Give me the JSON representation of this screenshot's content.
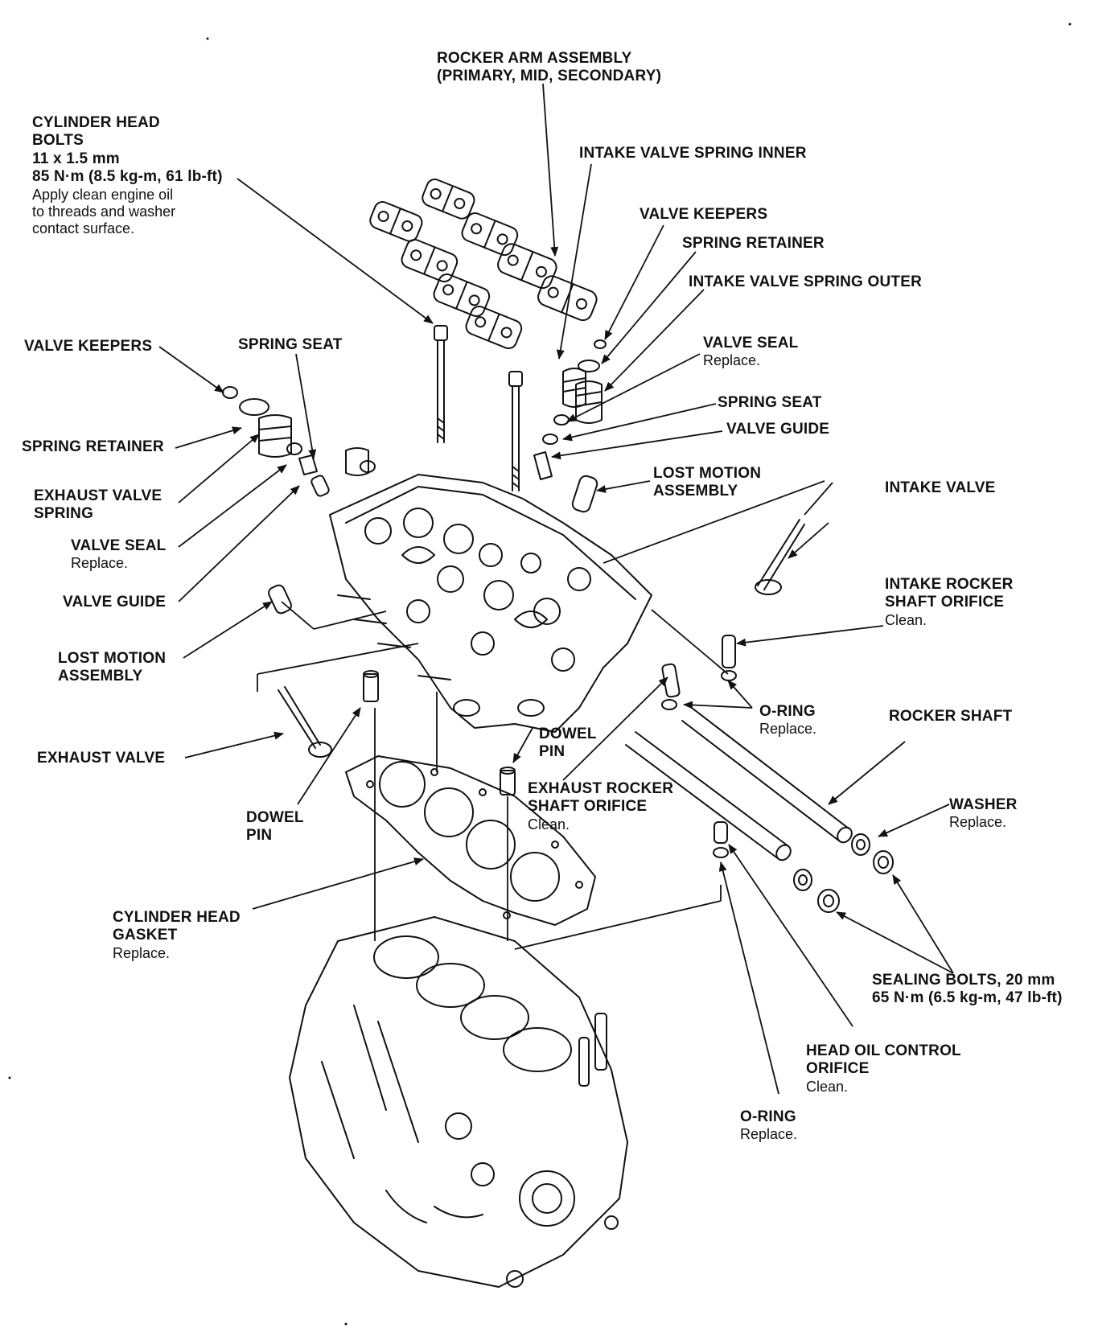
{
  "callouts": {
    "rocker_arm_assembly": {
      "title": [
        "ROCKER ARM ASSEMBLY",
        "(PRIMARY, MID, SECONDARY)"
      ],
      "note": []
    },
    "cylinder_head_bolts": {
      "title": [
        "CYLINDER HEAD",
        "BOLTS",
        "11 x 1.5 mm",
        "85 N·m (8.5 kg-m, 61 lb-ft)"
      ],
      "note": [
        "Apply clean engine oil",
        "to threads and washer",
        "contact surface."
      ]
    },
    "intake_valve_spring_inner": {
      "title": [
        "INTAKE VALVE SPRING INNER"
      ],
      "note": []
    },
    "valve_keepers_right": {
      "title": [
        "VALVE KEEPERS"
      ],
      "note": []
    },
    "spring_retainer_right": {
      "title": [
        "SPRING RETAINER"
      ],
      "note": []
    },
    "intake_valve_spring_outer": {
      "title": [
        "INTAKE VALVE SPRING OUTER"
      ],
      "note": []
    },
    "valve_seal_right": {
      "title": [
        "VALVE SEAL"
      ],
      "note": [
        "Replace."
      ]
    },
    "spring_seat_right": {
      "title": [
        "SPRING SEAT"
      ],
      "note": []
    },
    "valve_guide_right": {
      "title": [
        "VALVE GUIDE"
      ],
      "note": []
    },
    "lost_motion_assembly_right": {
      "title": [
        "LOST MOTION",
        "ASSEMBLY"
      ],
      "note": []
    },
    "intake_valve": {
      "title": [
        "INTAKE VALVE"
      ],
      "note": []
    },
    "valve_keepers_left": {
      "title": [
        "VALVE KEEPERS"
      ],
      "note": []
    },
    "spring_seat_left": {
      "title": [
        "SPRING SEAT"
      ],
      "note": []
    },
    "spring_retainer_left": {
      "title": [
        "SPRING RETAINER"
      ],
      "note": []
    },
    "exhaust_valve_spring": {
      "title": [
        "EXHAUST VALVE",
        "SPRING"
      ],
      "note": []
    },
    "valve_seal_left": {
      "title": [
        "VALVE SEAL"
      ],
      "note": [
        "Replace."
      ]
    },
    "valve_guide_left": {
      "title": [
        "VALVE GUIDE"
      ],
      "note": []
    },
    "lost_motion_assembly_left": {
      "title": [
        "LOST MOTION",
        "ASSEMBLY"
      ],
      "note": []
    },
    "intake_rocker_shaft_orifice": {
      "title": [
        "INTAKE ROCKER",
        "SHAFT ORIFICE"
      ],
      "note": [
        "Clean."
      ]
    },
    "o_ring_upper": {
      "title": [
        "O-RING"
      ],
      "note": [
        "Replace."
      ]
    },
    "rocker_shaft": {
      "title": [
        "ROCKER SHAFT"
      ],
      "note": []
    },
    "exhaust_valve": {
      "title": [
        "EXHAUST VALVE"
      ],
      "note": []
    },
    "dowel_pin_center": {
      "title": [
        "DOWEL",
        "PIN"
      ],
      "note": []
    },
    "exhaust_rocker_shaft_orifice": {
      "title": [
        "EXHAUST ROCKER",
        "SHAFT ORIFICE"
      ],
      "note": [
        "Clean."
      ]
    },
    "dowel_pin_left": {
      "title": [
        "DOWEL",
        "PIN"
      ],
      "note": []
    },
    "washer": {
      "title": [
        "WASHER"
      ],
      "note": [
        "Replace."
      ]
    },
    "cylinder_head_gasket": {
      "title": [
        "CYLINDER HEAD",
        "GASKET"
      ],
      "note": [
        "Replace."
      ]
    },
    "sealing_bolts": {
      "title": [
        "SEALING BOLTS, 20 mm",
        "65 N·m (6.5 kg-m, 47 lb-ft)"
      ],
      "note": []
    },
    "head_oil_control_orifice": {
      "title": [
        "HEAD OIL CONTROL",
        "ORIFICE"
      ],
      "note": [
        "Clean."
      ]
    },
    "o_ring_lower": {
      "title": [
        "O-RING"
      ],
      "note": [
        "Replace."
      ]
    }
  },
  "colors": {
    "ink": "#111111",
    "paper": "#ffffff"
  }
}
